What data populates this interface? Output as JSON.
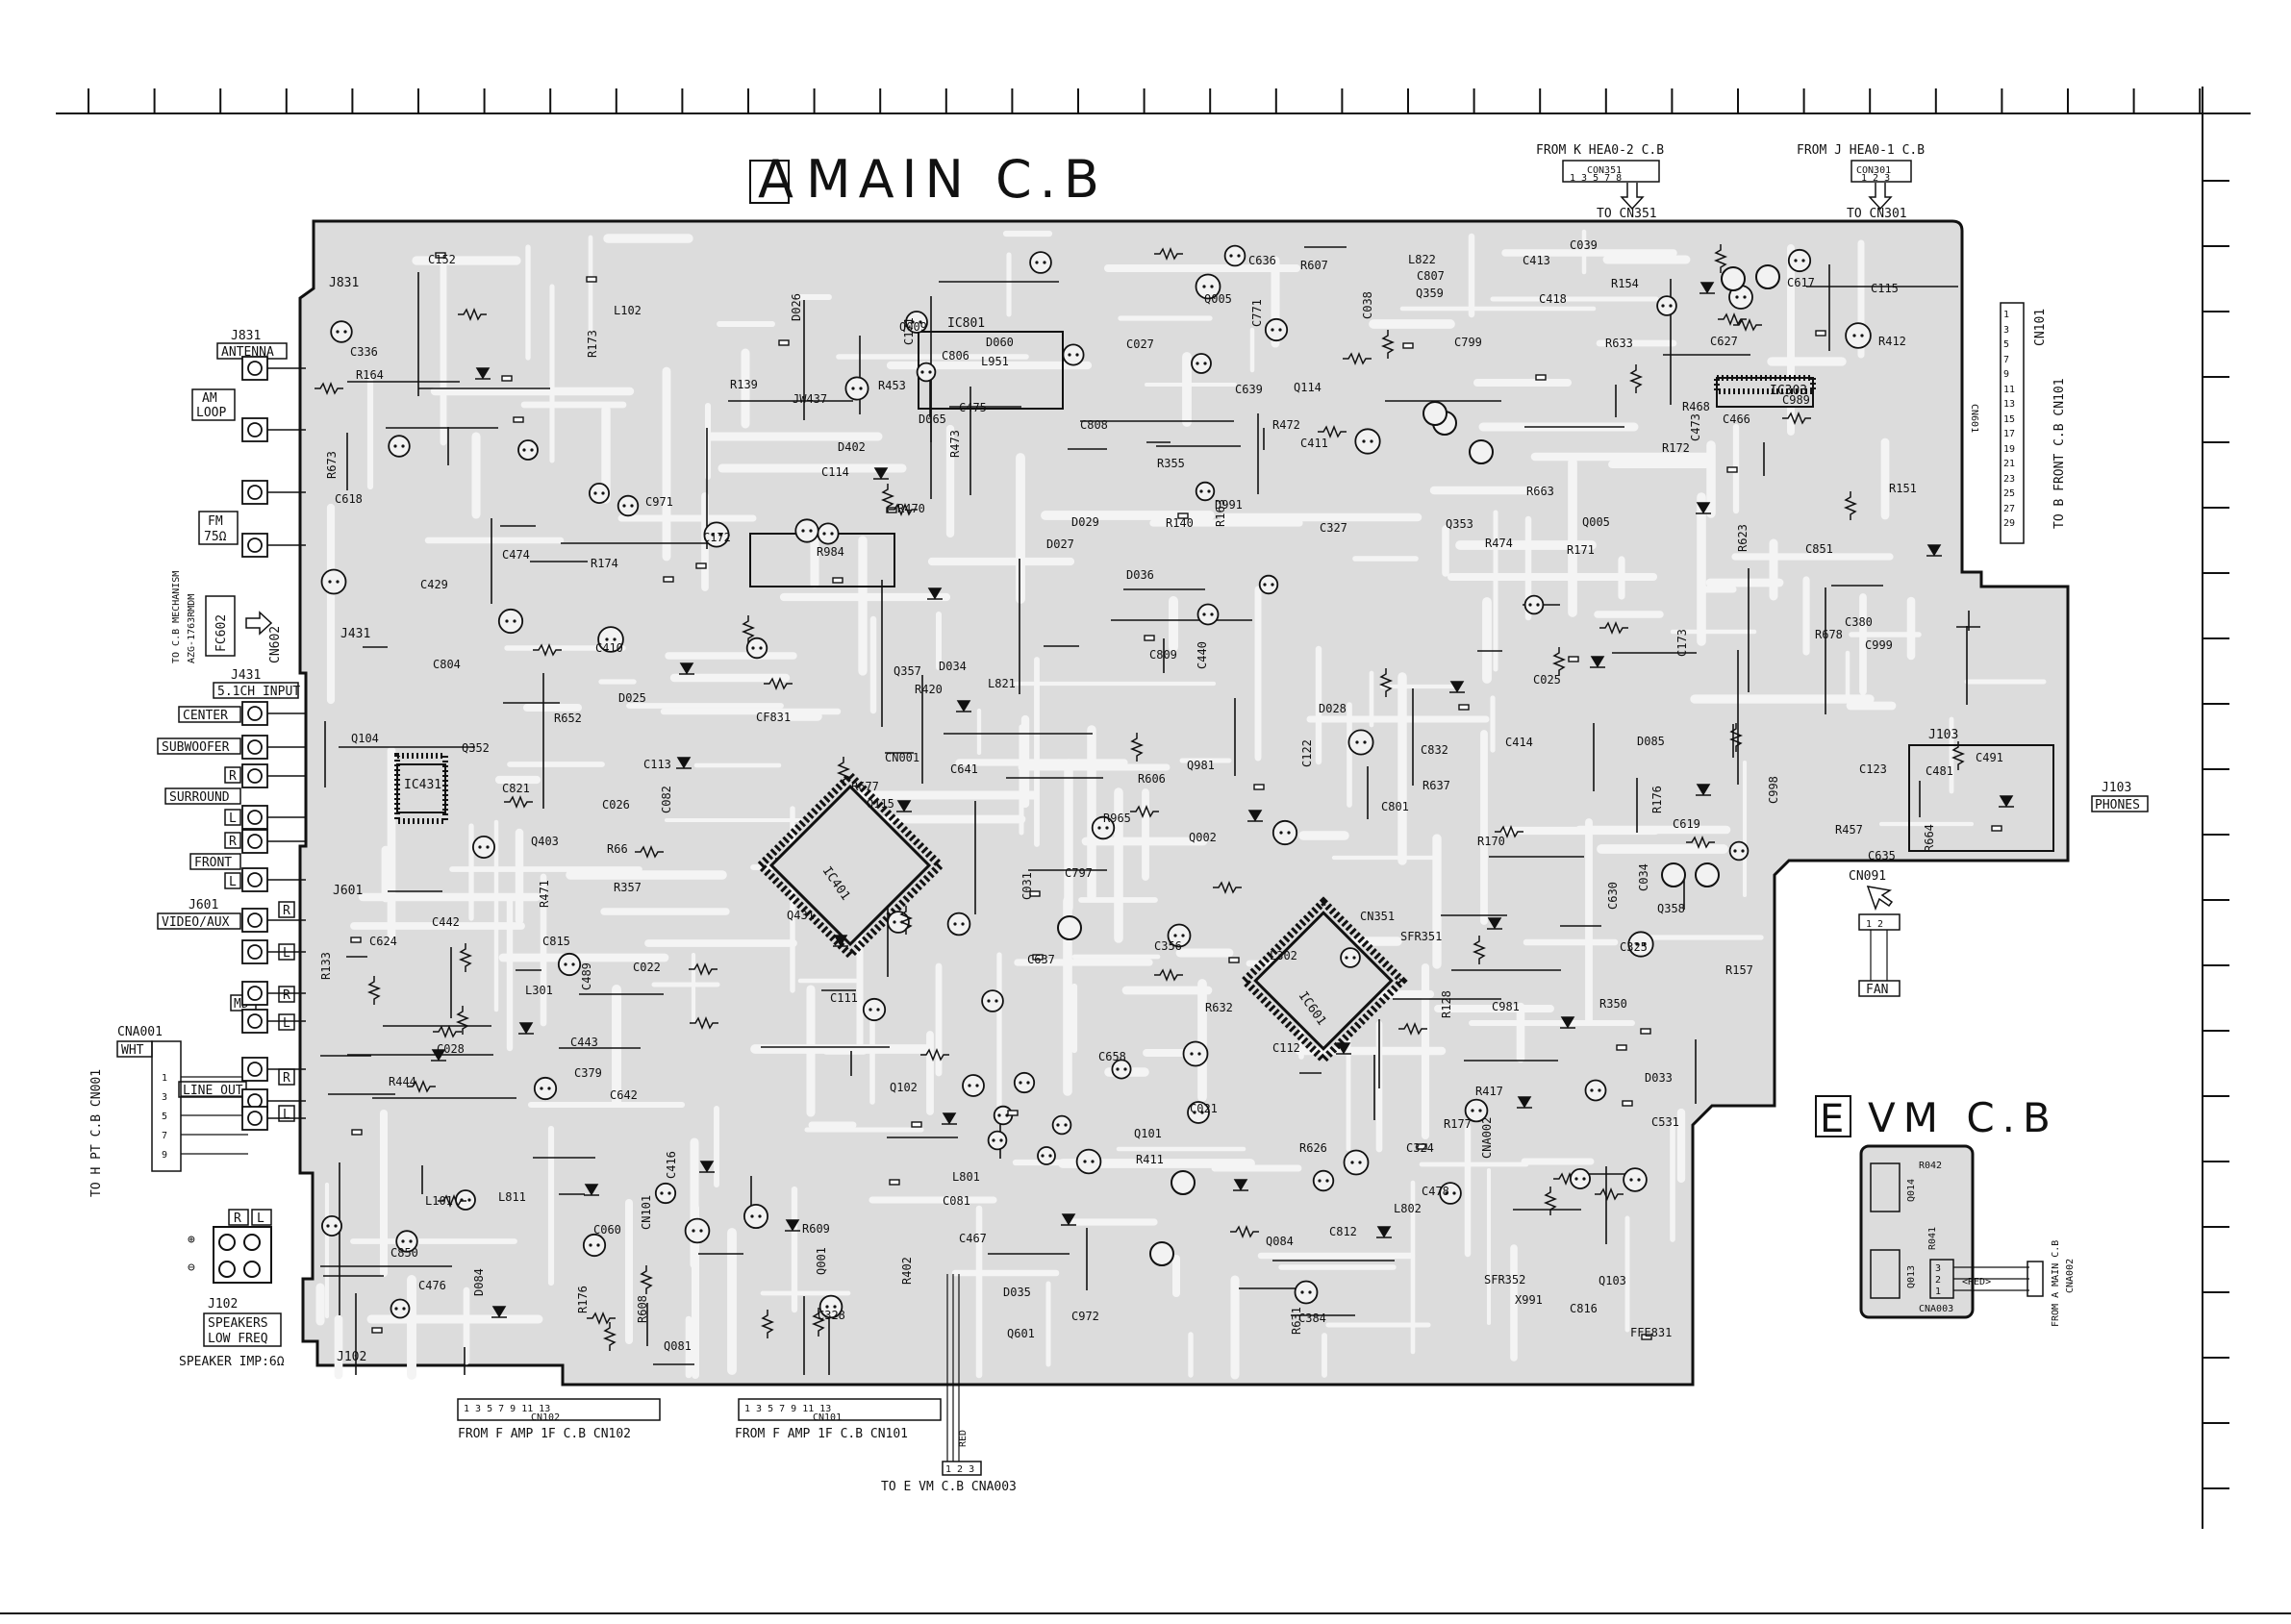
{
  "boards": {
    "main_letter": "A",
    "main_title": "MAIN  C.B",
    "vm_letter": "E",
    "vm_title": "VM  C.B"
  },
  "top_connectors": {
    "con351": {
      "from": "FROM K HEA0-2 C.B",
      "name": "CON351",
      "pins": "1 3 5 7 8",
      "to": "TO CN351"
    },
    "con301": {
      "from": "FROM J HEA0-1 C.B",
      "name": "CON301",
      "pins": "1 2 3",
      "to": "TO CN301"
    }
  },
  "right_connector": {
    "pins": [
      "1",
      "3",
      "5",
      "7",
      "9",
      "11",
      "13",
      "15",
      "17",
      "19",
      "21",
      "23",
      "25",
      "27",
      "29"
    ],
    "name": "CN101",
    "to": "TO B FRONT C.B CN101",
    "board_id": "CN601"
  },
  "left_panel": {
    "j831": "J831",
    "antenna": "ANTENNA",
    "am_loop_1": "AM",
    "am_loop_2": "LOOP",
    "fm_1": "FM",
    "fm_2": "75Ω",
    "mech_1": "TO C.B MECHANISM",
    "mech_2": "AZG-1763RMDM",
    "fc602": "FC602",
    "cn602": "CN602",
    "j431": "J431",
    "input_51": "5.1CH INPUT",
    "center": "CENTER",
    "subwoofer": "SUBWOOFER",
    "surround": "SURROUND",
    "front": "FRONT",
    "r": "R",
    "l": "L",
    "j601": "J601",
    "video_aux": "VIDEO/AUX",
    "md": "MD",
    "cna001": "CNA001",
    "wht": "WHT",
    "line_out": "LINE OUT",
    "pt_cb": "TO H PT C.B CN001",
    "j102_label": "J102",
    "speakers_1": "SPEAKERS",
    "speakers_2": "LOW FREQ",
    "speaker_imp": "SPEAKER IMP:6Ω",
    "cna_pins": [
      "1",
      "3",
      "5",
      "7",
      "9"
    ],
    "plus": "⊕",
    "minus": "⊖"
  },
  "bottom_connectors": {
    "cn102": {
      "pins": "1 3 5 7 9 11 13",
      "name": "CN102",
      "from": "FROM F AMP 1F C.B CN102"
    },
    "cn101": {
      "pins": "1 3 5 7 9 11 13",
      "name": "CN101",
      "from": "FROM F AMP 1F C.B CN101"
    },
    "vm_link": {
      "pins": "1 2 3",
      "red": "RED",
      "to": "TO E VM C.B CNA003"
    }
  },
  "right_side": {
    "j103": "J103",
    "phones": "PHONES",
    "cn091": "CN091",
    "fan_pins": "1 2",
    "fan": "FAN"
  },
  "vm_board": {
    "q014": "Q014",
    "q013": "Q013",
    "r042": "R042",
    "r041": "R041",
    "cna003": "CNA003",
    "red": "<RED>",
    "from_main": "FROM A MAIN C.B",
    "cna002": "CNA002",
    "pins": [
      "3",
      "2",
      "1"
    ]
  },
  "component_refs": {
    "ics": [
      "IC801",
      "IC303",
      "IC401",
      "IC601",
      "IC431"
    ],
    "parts": [
      "L802",
      "L811",
      "C797",
      "C808",
      "C807",
      "C809",
      "L801",
      "C799",
      "C801",
      "C804",
      "C806",
      "L951",
      "C832",
      "C851",
      "C972",
      "CF831",
      "FFE831",
      "C850",
      "C971",
      "C998",
      "X991",
      "C989",
      "C821",
      "C812",
      "C816",
      "C815",
      "C771",
      "C981",
      "Q981",
      "R984",
      "L821",
      "L822",
      "C999",
      "R965",
      "D991",
      "C416",
      "C478",
      "C414",
      "C413",
      "R412",
      "R411",
      "R417",
      "R402",
      "C531",
      "C429",
      "C418",
      "C410",
      "C411",
      "R420",
      "C642",
      "C641",
      "R606",
      "R607",
      "R609",
      "R608",
      "R444",
      "JW437",
      "R623",
      "C618",
      "C624",
      "C617",
      "C639",
      "R652",
      "D033",
      "C081",
      "R163",
      "R164",
      "R177",
      "R176",
      "Q084",
      "C082",
      "Q081",
      "C325",
      "C328",
      "C327",
      "C384",
      "R350",
      "Q352",
      "Q353",
      "Q357",
      "C324",
      "Q359",
      "L301",
      "L302",
      "SFR351",
      "SFR352",
      "C356",
      "C379",
      "C380",
      "CN351",
      "R355",
      "R357",
      "Q358",
      "C336",
      "D025",
      "D026",
      "D027",
      "D028",
      "Q001",
      "D029",
      "C038",
      "C039",
      "C025",
      "C026",
      "C027",
      "C028",
      "C031",
      "Q002",
      "C440",
      "R631",
      "D060",
      "CNA002",
      "R626",
      "R637",
      "D035",
      "D034",
      "D036",
      "R632",
      "R633",
      "C022",
      "C021",
      "Q009",
      "C034",
      "C060",
      "D065",
      "Q005",
      "C489",
      "C491",
      "R473",
      "R474",
      "C619",
      "D402",
      "C630",
      "C627",
      "C635",
      "C636",
      "C637",
      "C658",
      "Q601",
      "Q102",
      "Q101",
      "Q103",
      "Q104",
      "C114",
      "C113",
      "C111",
      "C122",
      "C112",
      "R128",
      "R139",
      "R140",
      "R151",
      "R154",
      "D084",
      "D085",
      "R133",
      "Q403",
      "C123",
      "C115",
      "CN101",
      "CN001",
      "L102",
      "L101",
      "C152",
      "R173",
      "R171",
      "C172",
      "C173",
      "R174",
      "R170",
      "R172",
      "R176",
      "C171",
      "Q114",
      "Q115",
      "R157",
      "Q005",
      "R663",
      "R664",
      "R66",
      "R453",
      "R457",
      "C466",
      "C467",
      "C443",
      "C442",
      "R468",
      "Q431",
      "R470",
      "R471",
      "C481",
      "R472",
      "C473",
      "C474",
      "C475",
      "C476",
      "R673",
      "R677",
      "R678"
    ]
  }
}
